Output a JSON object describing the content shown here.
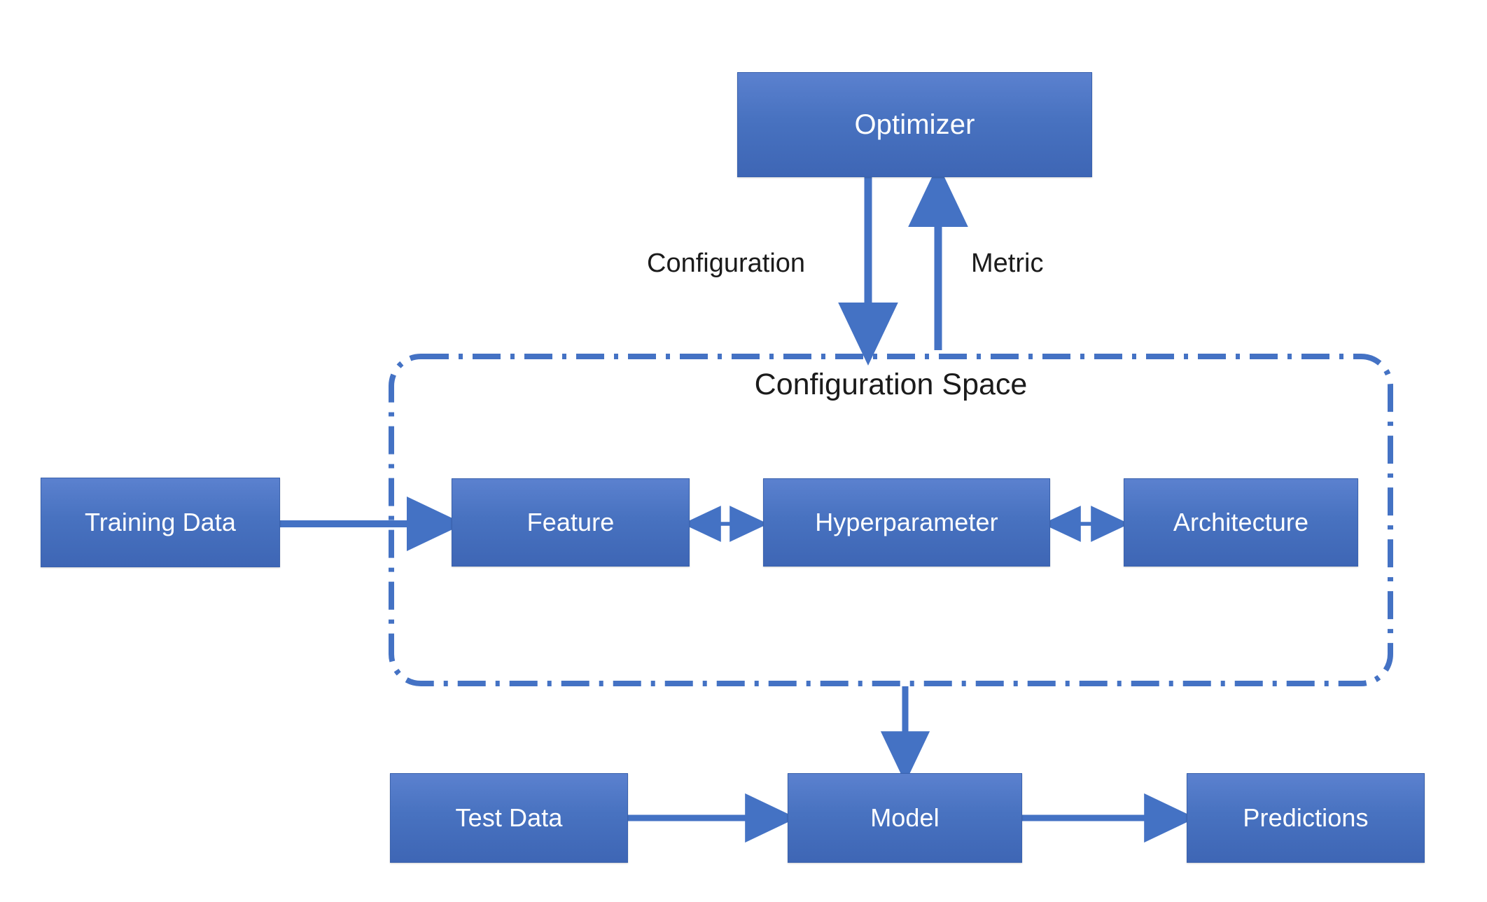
{
  "diagram": {
    "title": "Configuration Space",
    "accent_color": "#4872c0",
    "accent_color_dark": "#3a62ae",
    "accent_color_light": "#5b81cf",
    "border_color": "#4472c4",
    "text_on_node": "#ffffff",
    "text_on_canvas": "#1b1b1b",
    "background": "#ffffff"
  },
  "nodes": {
    "optimizer": {
      "label": "Optimizer"
    },
    "training_data": {
      "label": "Training Data"
    },
    "feature": {
      "label": "Feature"
    },
    "hyperparameter": {
      "label": "Hyperparameter"
    },
    "architecture": {
      "label": "Architecture"
    },
    "test_data": {
      "label": "Test Data"
    },
    "model": {
      "label": "Model"
    },
    "predictions": {
      "label": "Predictions"
    }
  },
  "container": {
    "title": "Configuration Space",
    "border_style": "dash-dot",
    "border_color": "#4472c4"
  },
  "edge_labels": {
    "configuration": "Configuration",
    "metric": "Metric"
  },
  "edges": [
    {
      "from": "optimizer",
      "to": "configuration_space",
      "label": "Configuration",
      "direction": "down"
    },
    {
      "from": "configuration_space",
      "to": "optimizer",
      "label": "Metric",
      "direction": "up"
    },
    {
      "from": "training_data",
      "to": "feature",
      "label": "",
      "direction": "right"
    },
    {
      "from": "feature",
      "to": "hyperparameter",
      "label": "",
      "direction": "both"
    },
    {
      "from": "hyperparameter",
      "to": "architecture",
      "label": "",
      "direction": "both"
    },
    {
      "from": "configuration_space",
      "to": "model",
      "label": "",
      "direction": "down"
    },
    {
      "from": "test_data",
      "to": "model",
      "label": "",
      "direction": "right"
    },
    {
      "from": "model",
      "to": "predictions",
      "label": "",
      "direction": "right"
    }
  ]
}
